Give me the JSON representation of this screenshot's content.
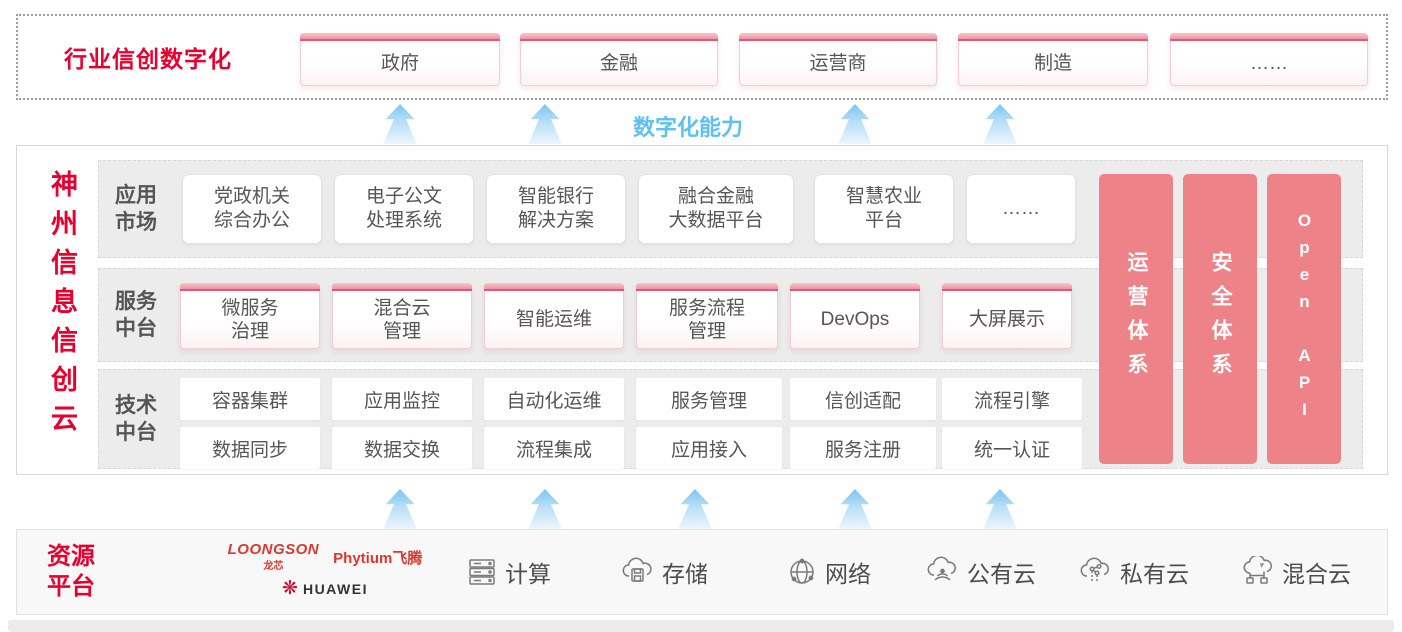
{
  "colors": {
    "brand_red": "#e60030",
    "salmon_bar": "#ee8289",
    "capability_blue": "#5ec1ef",
    "logo_red": "#d9392f"
  },
  "top_banner": {
    "label": "行业信创数字化",
    "items": [
      "政府",
      "金融",
      "运营商",
      "制造",
      "……"
    ]
  },
  "digital_capability_label": "数字化能力",
  "platform": {
    "vertical_title": "神州信息信创云",
    "app_row": {
      "label": "应用\n市场",
      "items": [
        "党政机关\n综合办公",
        "电子公文\n处理系统",
        "智能银行\n解决方案",
        "融合金融\n大数据平台",
        "智慧农业\n平台",
        "……"
      ]
    },
    "service_row": {
      "label": "服务\n中台",
      "items": [
        "微服务\n治理",
        "混合云\n管理",
        "智能运维",
        "服务流程\n管理",
        "DevOps",
        "大屏展示"
      ]
    },
    "tech_row": {
      "label": "技术\n中台",
      "items_top": [
        "容器集群",
        "应用监控",
        "自动化运维",
        "服务管理",
        "信创适配",
        "流程引擎"
      ],
      "items_bottom": [
        "数据同步",
        "数据交换",
        "流程集成",
        "应用接入",
        "服务注册",
        "统一认证"
      ]
    },
    "side_bars": [
      "运营体系",
      "安全体系",
      "Open API"
    ]
  },
  "resource": {
    "label": "资源\n平台",
    "vendors": {
      "loongson": "LOONGSON",
      "loongson_sub": "龙芯",
      "phytium": "Phytium飞腾",
      "huawei": "HUAWEI",
      "huawei_flower": "❋"
    },
    "items": [
      {
        "icon": "server-rack-icon",
        "label": "计算"
      },
      {
        "icon": "cloud-storage-icon",
        "label": "存储"
      },
      {
        "icon": "network-globe-icon",
        "label": "网络"
      },
      {
        "icon": "public-cloud-icon",
        "label": "公有云"
      },
      {
        "icon": "private-cloud-icon",
        "label": "私有云"
      },
      {
        "icon": "hybrid-cloud-icon",
        "label": "混合云"
      }
    ]
  }
}
